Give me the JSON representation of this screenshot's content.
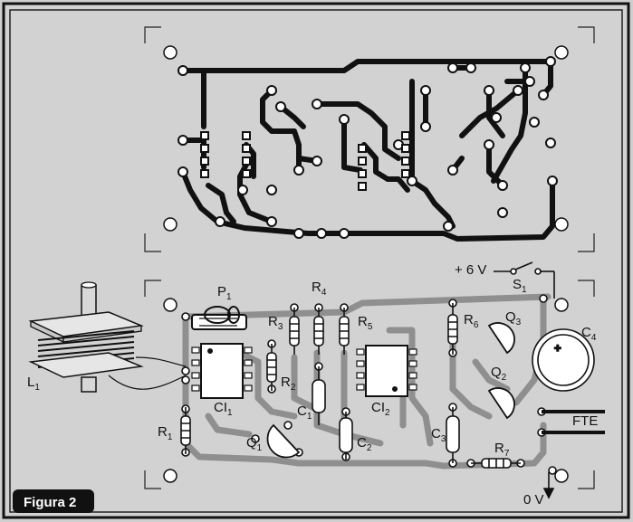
{
  "figure_caption": "Figura 2",
  "top_pcb": {},
  "bottom_pcb": {
    "supply_positive": "+ 6 V",
    "supply_ground": "0 V",
    "connector": "FTE",
    "components": [
      {
        "ref": "P",
        "sub": "1"
      },
      {
        "ref": "R",
        "sub": "4"
      },
      {
        "ref": "R",
        "sub": "3"
      },
      {
        "ref": "R",
        "sub": "5"
      },
      {
        "ref": "R",
        "sub": "6"
      },
      {
        "ref": "Q",
        "sub": "3"
      },
      {
        "ref": "C",
        "sub": "4"
      },
      {
        "ref": "S",
        "sub": "1"
      },
      {
        "ref": "L",
        "sub": "1"
      },
      {
        "ref": "R",
        "sub": "2"
      },
      {
        "ref": "CI",
        "sub": "1"
      },
      {
        "ref": "C",
        "sub": "1"
      },
      {
        "ref": "CI",
        "sub": "2"
      },
      {
        "ref": "Q",
        "sub": "2"
      },
      {
        "ref": "R",
        "sub": "1"
      },
      {
        "ref": "Q",
        "sub": "1"
      },
      {
        "ref": "C",
        "sub": "2"
      },
      {
        "ref": "C",
        "sub": "3"
      },
      {
        "ref": "R",
        "sub": "7"
      }
    ]
  }
}
